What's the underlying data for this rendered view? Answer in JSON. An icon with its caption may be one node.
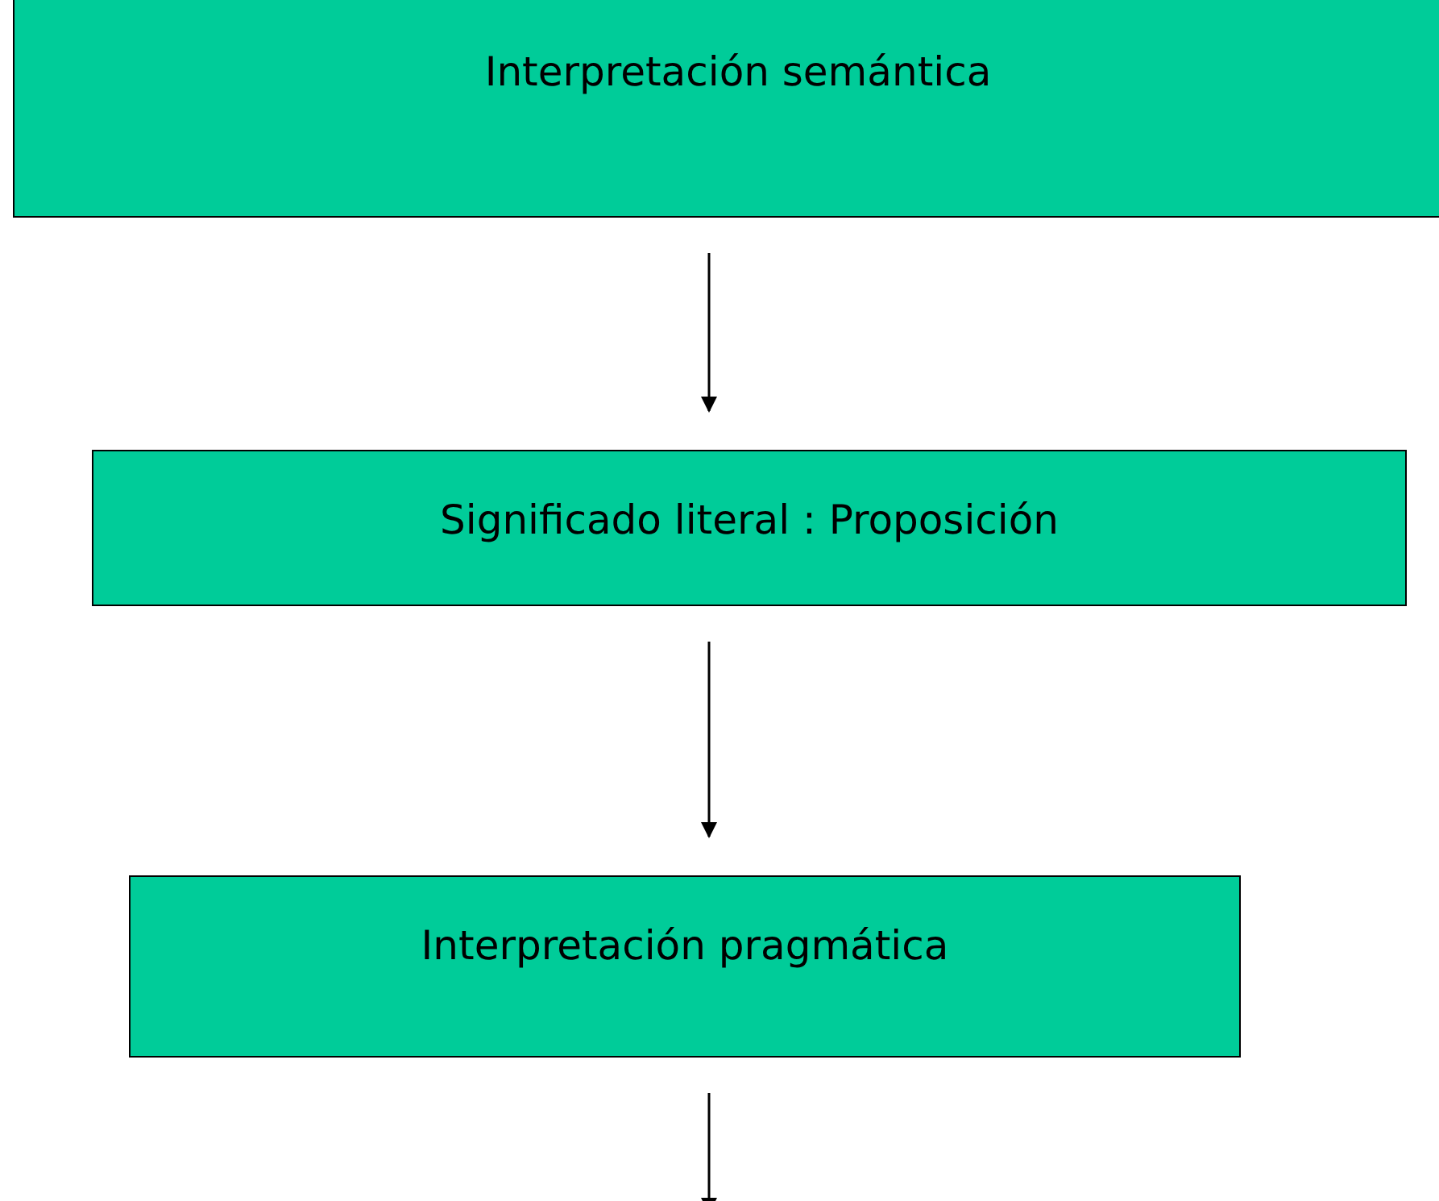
{
  "diagram": {
    "nodes": [
      {
        "text": [
          "Interpretación semántica"
        ]
      },
      {
        "text": [
          "Significado literal : Proposición"
        ]
      },
      {
        "text": [
          "Interpretación pragmática"
        ]
      }
    ],
    "edges": [
      {
        "from": 0,
        "to": 1,
        "arrow": "to"
      },
      {
        "from": 1,
        "to": 2,
        "arrow": "to"
      },
      {
        "from": 2,
        "to": null,
        "arrow": "to"
      }
    ]
  }
}
